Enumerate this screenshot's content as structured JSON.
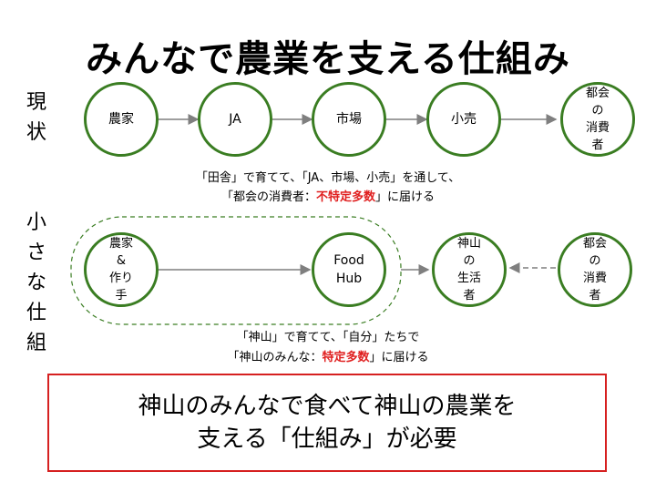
{
  "title": "みんなで農業を支える仕組み",
  "row1": {
    "label": "現\n状",
    "nodes": [
      "農家",
      "JA",
      "市場",
      "小売",
      "都会\nの\n消費\n者"
    ],
    "caption_line1": "「田舎」で育てて、「JA、市場、小売」を通して、",
    "caption_line2_pre": "「都会の消費者：",
    "caption_line2_em": "不特定多数",
    "caption_line2_post": "」に届ける"
  },
  "row2": {
    "label": "小\nさ\nな\n仕\n組",
    "nodes": [
      "農家\n&\n作り\n手",
      "Food\nHub",
      "神山\nの\n生活\n者",
      "都会\nの\n消費\n者"
    ],
    "caption_line1": "「神山」で育てて、「自分」たちで",
    "caption_line2_pre": "「神山のみんな：",
    "caption_line2_em": "特定多数",
    "caption_line2_post": "」に届ける"
  },
  "conclusion": {
    "line1": "神山のみんなで食べて神山の農業を",
    "line2": "支える「仕組み」が必要"
  },
  "colors": {
    "node_border": "#3a7d22",
    "emphasis": "#e02020",
    "box_border": "#d62020",
    "arrow": "#7f7f7f"
  }
}
